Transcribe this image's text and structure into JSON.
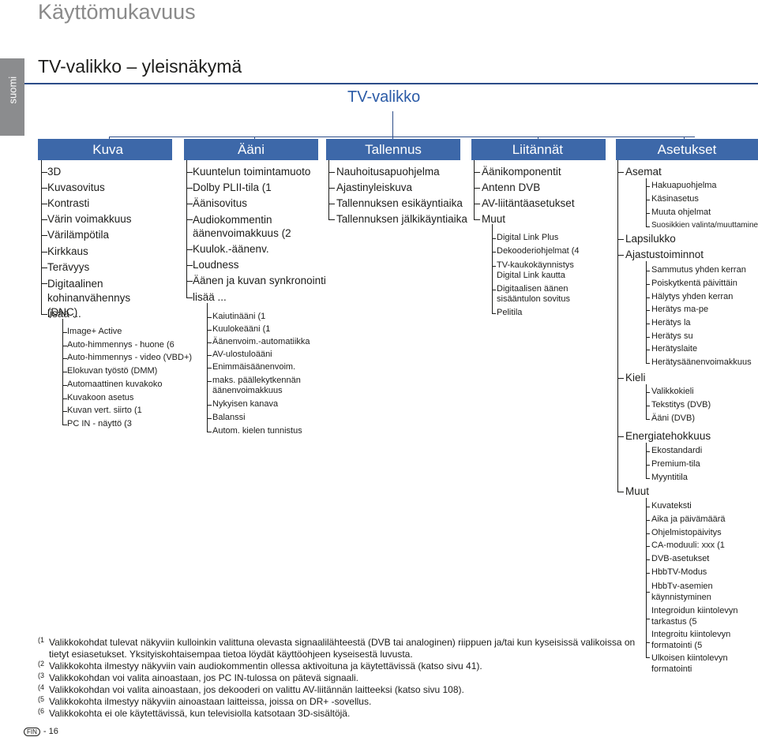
{
  "page_title": "Käyttömukavuus",
  "language_tab": "suomi",
  "section_title": "TV-valikko – yleisnäkymä",
  "tv_menu_label": "TV-valikko",
  "columns": [
    {
      "header": "Kuva",
      "items": [
        "3D",
        "Kuvasovitus",
        "Kontrasti",
        "Värin voimakkuus",
        "Värilämpötila",
        "Kirkkaus",
        "Terävyys",
        "Digitaalinen kohinanvähennys (DNC)",
        "lisää ..."
      ],
      "subitems": [
        "Image+ Active",
        "Auto-himmennys - huone (6",
        "Auto-himmennys - video (VBD+)",
        "Elokuvan työstö (DMM)",
        "Automaattinen kuvakoko",
        "Kuvakoon asetus",
        "Kuvan vert. siirto (1",
        "PC IN - näyttö (3"
      ]
    },
    {
      "header": "Ääni",
      "items": [
        "Kuuntelun toimintamuoto",
        "Dolby PLII-tila (1",
        "Äänisovitus",
        "Audiokommentin äänenvoimakkuus (2",
        "Kuulok.-äänenv.",
        "Loudness",
        "Äänen ja kuvan synkronointi",
        "lisää ..."
      ],
      "subitems": [
        "Kaiutinääni (1",
        "Kuulokeääni (1",
        "Äänenvoim.-automatiikka",
        "AV-ulostuloääni",
        "Enimmäisäänenvoim.",
        "maks. päällekytkennän äänenvoimakkuus",
        "Nykyisen kanava",
        "Balanssi",
        "Autom. kielen tunnistus"
      ]
    },
    {
      "header": "Tallennus",
      "items": [
        "Nauhoitusapuohjelma",
        "Ajastinyleiskuva",
        "Tallennuksen esikäyntiaika",
        "Tallennuksen jälkikäyntiaika"
      ]
    },
    {
      "header": "Liitännät",
      "items": [
        "Äänikomponentit",
        "Antenn DVB",
        "AV-liitäntäasetukset",
        "Muut"
      ],
      "subitems": [
        "Digital Link Plus",
        "Dekooderiohjelmat (4",
        "TV-kaukokäynnistys Digital Link kautta",
        "Digitaalisen äänen sisääntulon sovitus",
        "Pelitila"
      ]
    },
    {
      "header": "Asetukset",
      "groups": [
        {
          "label": "Asemat",
          "subitems": [
            "Hakuapuohjelma",
            "Käsinasetus",
            "Muuta ohjelmat",
            "Suosikkien valinta/muuttaminen"
          ]
        },
        {
          "label": "Lapsilukko",
          "subitems": []
        },
        {
          "label": "Ajastustoiminnot",
          "subitems": [
            "Sammutus yhden kerran",
            "Poiskytkentä päivittäin",
            "Hälytys yhden kerran",
            "Herätys ma-pe",
            "Herätys la",
            "Herätys su",
            "Herätyslaite",
            "Herätysäänenvoimakkuus"
          ]
        },
        {
          "label": "Kieli",
          "subitems": [
            "Valikkokieli",
            "Tekstitys (DVB)",
            "Ääni (DVB)"
          ]
        },
        {
          "label": "Energiatehokkuus",
          "subitems": [
            "Ekostandardi",
            "Premium-tila",
            "Myyntitila"
          ]
        },
        {
          "label": "Muut",
          "subitems": [
            "Kuvateksti",
            "Aika ja päivämäärä",
            "Ohjelmistopäivitys",
            "CA-moduuli: xxx (1",
            "DVB-asetukset",
            "HbbTV-Modus",
            "HbbTv-asemien käynnistyminen",
            "Integroidun kiintolevyn tarkastus (5",
            "Integroitu kiintolevyn formatointi (5",
            "Ulkoisen kiintolevyn formatointi"
          ]
        }
      ]
    }
  ],
  "footnotes": [
    {
      "mark": "(1",
      "text": "Valikkokohdat tulevat näkyviin kulloinkin valittuna olevasta signaalilähteestä (DVB tai analoginen) riippuen ja/tai kun kyseisissä valikoissa on"
    },
    {
      "mark": "",
      "text": "tietyt esiasetukset. Yksityiskohtaisempaa tietoa löydät käyttöohjeen kyseisestä luvusta."
    },
    {
      "mark": "(2",
      "text": "Valikkokohta ilmestyy näkyviin vain audiokommentin ollessa aktivoituna ja käytettävissä (katso sivu 41)."
    },
    {
      "mark": "(3",
      "text": "Valikkokohdan voi valita ainoastaan, jos PC IN-tulossa on pätevä signaali."
    },
    {
      "mark": "(4",
      "text": "Valikkokohdan voi valita ainoastaan, jos dekooderi on valittu AV-liitännän laitteeksi (katso sivu 108)."
    },
    {
      "mark": "(5",
      "text": "Valikkokohta ilmestyy näkyviin ainoastaan laitteissa, joissa on DR+ -sovellus."
    },
    {
      "mark": "(6",
      "text": "Valikkokohta ei ole käytettävissä, kun televisiolla katsotaan 3D-sisältöjä."
    }
  ],
  "page_number_badge": "FIN",
  "page_number": "- 16",
  "colors": {
    "header_blue": "#3d68a9",
    "rule_blue": "#2c4c88",
    "title_blue": "#2b5ba7",
    "tab_gray": "#8b8c8e"
  }
}
